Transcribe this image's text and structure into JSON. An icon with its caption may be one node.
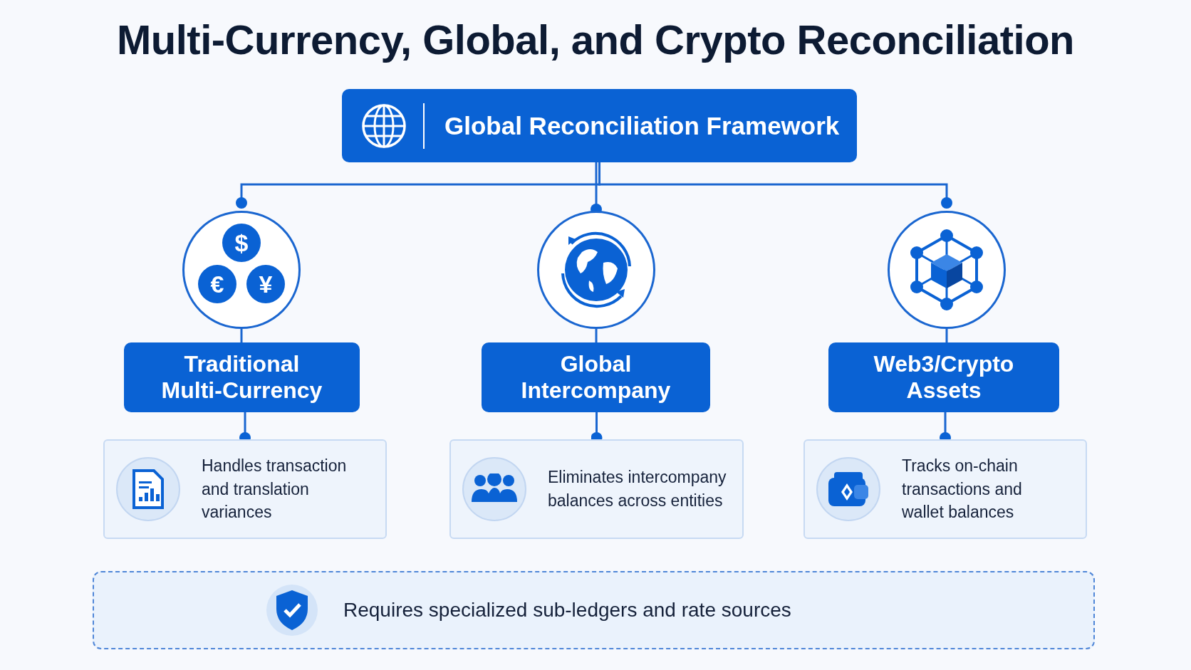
{
  "diagram": {
    "title": "Multi-Currency, Global, and Crypto Reconciliation",
    "nodes": [
      {
        "text": [
          "Global Reconciliation Framework"
        ]
      },
      {
        "text": [],
        "shape": "circle"
      },
      {
        "text": [],
        "shape": "circle"
      },
      {
        "text": [],
        "shape": "circle"
      },
      {
        "text": [
          "Traditional Multi-Currency"
        ]
      },
      {
        "text": [
          "Global Intercompany"
        ]
      },
      {
        "text": [
          "Web3/Crypto Assets"
        ]
      },
      {
        "text": [
          "Handles transaction and translation variances"
        ]
      },
      {
        "text": [
          "Eliminates intercompany balances across entities"
        ]
      },
      {
        "text": [
          "Tracks on-chain transactions and wallet balances"
        ]
      },
      {
        "text": [
          "Requires specialized sub-ledgers and rate sources"
        ]
      }
    ],
    "edges": [
      {
        "from": 0,
        "to": 1,
        "arrow": "other"
      },
      {
        "from": 0,
        "to": 2,
        "arrow": "other"
      },
      {
        "from": 0,
        "to": 3,
        "arrow": "other"
      },
      {
        "from": 1,
        "to": 4,
        "arrow": "none"
      },
      {
        "from": 2,
        "to": 5,
        "arrow": "none"
      },
      {
        "from": 3,
        "to": 6,
        "arrow": "none"
      },
      {
        "from": 4,
        "to": 7,
        "arrow": "other"
      },
      {
        "from": 5,
        "to": 8,
        "arrow": "other"
      },
      {
        "from": 6,
        "to": 9,
        "arrow": "other"
      }
    ],
    "labels": [
      "$",
      "€",
      "¥"
    ]
  }
}
